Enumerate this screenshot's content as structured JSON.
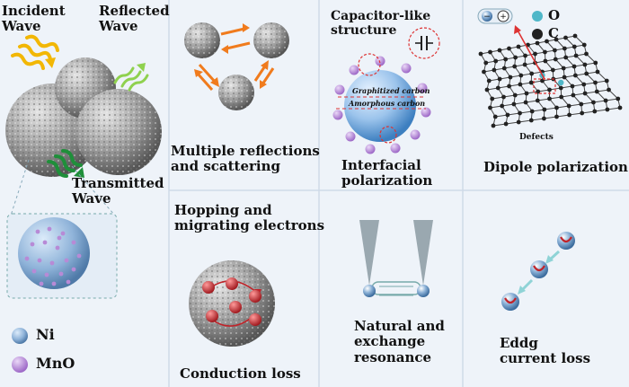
{
  "panel_left": {
    "incident_line1": "Incident",
    "incident_line2": "Wave",
    "reflected_line1": "Reflected",
    "reflected_line2": "Wave",
    "transmitted_line1": "Transmitted",
    "transmitted_line2": "Wave",
    "legend_ni": "Ni",
    "legend_mno": "MnO"
  },
  "panel_scatter": {
    "line1": "Multiple reflections",
    "line2": "and scattering"
  },
  "panel_interfacial": {
    "top_line1": "Capacitor-like",
    "top_line2": "structure",
    "label_graphitized": "Graphitized carbon",
    "label_amorphous": "Amorphous carbon",
    "bottom_line1": "Interfacial",
    "bottom_line2": "polarization"
  },
  "panel_dipole": {
    "legend_o": "O",
    "legend_c": "C",
    "defects": "Defects",
    "caption": "Dipole polarization"
  },
  "panel_conduction": {
    "line1": "Hopping and",
    "line2": "migrating electrons",
    "caption": "Conduction loss"
  },
  "panel_resonance": {
    "line1": "Natural and",
    "line2": "exchange",
    "line3": "resonance"
  },
  "panel_eddy": {
    "line1": "Eddg",
    "line2": "current loss"
  },
  "colors": {
    "background": "#e9f0f8",
    "incident_arrow": "#f2b705",
    "reflected_arrow": "#7cc242",
    "transmitted_arrow": "#1f8f3a",
    "scatter_arrow": "#f07b1d",
    "ni_sphere": "#8fb3d9",
    "mno_dot": "#b78ad6",
    "electron": "#c0242a"
  }
}
